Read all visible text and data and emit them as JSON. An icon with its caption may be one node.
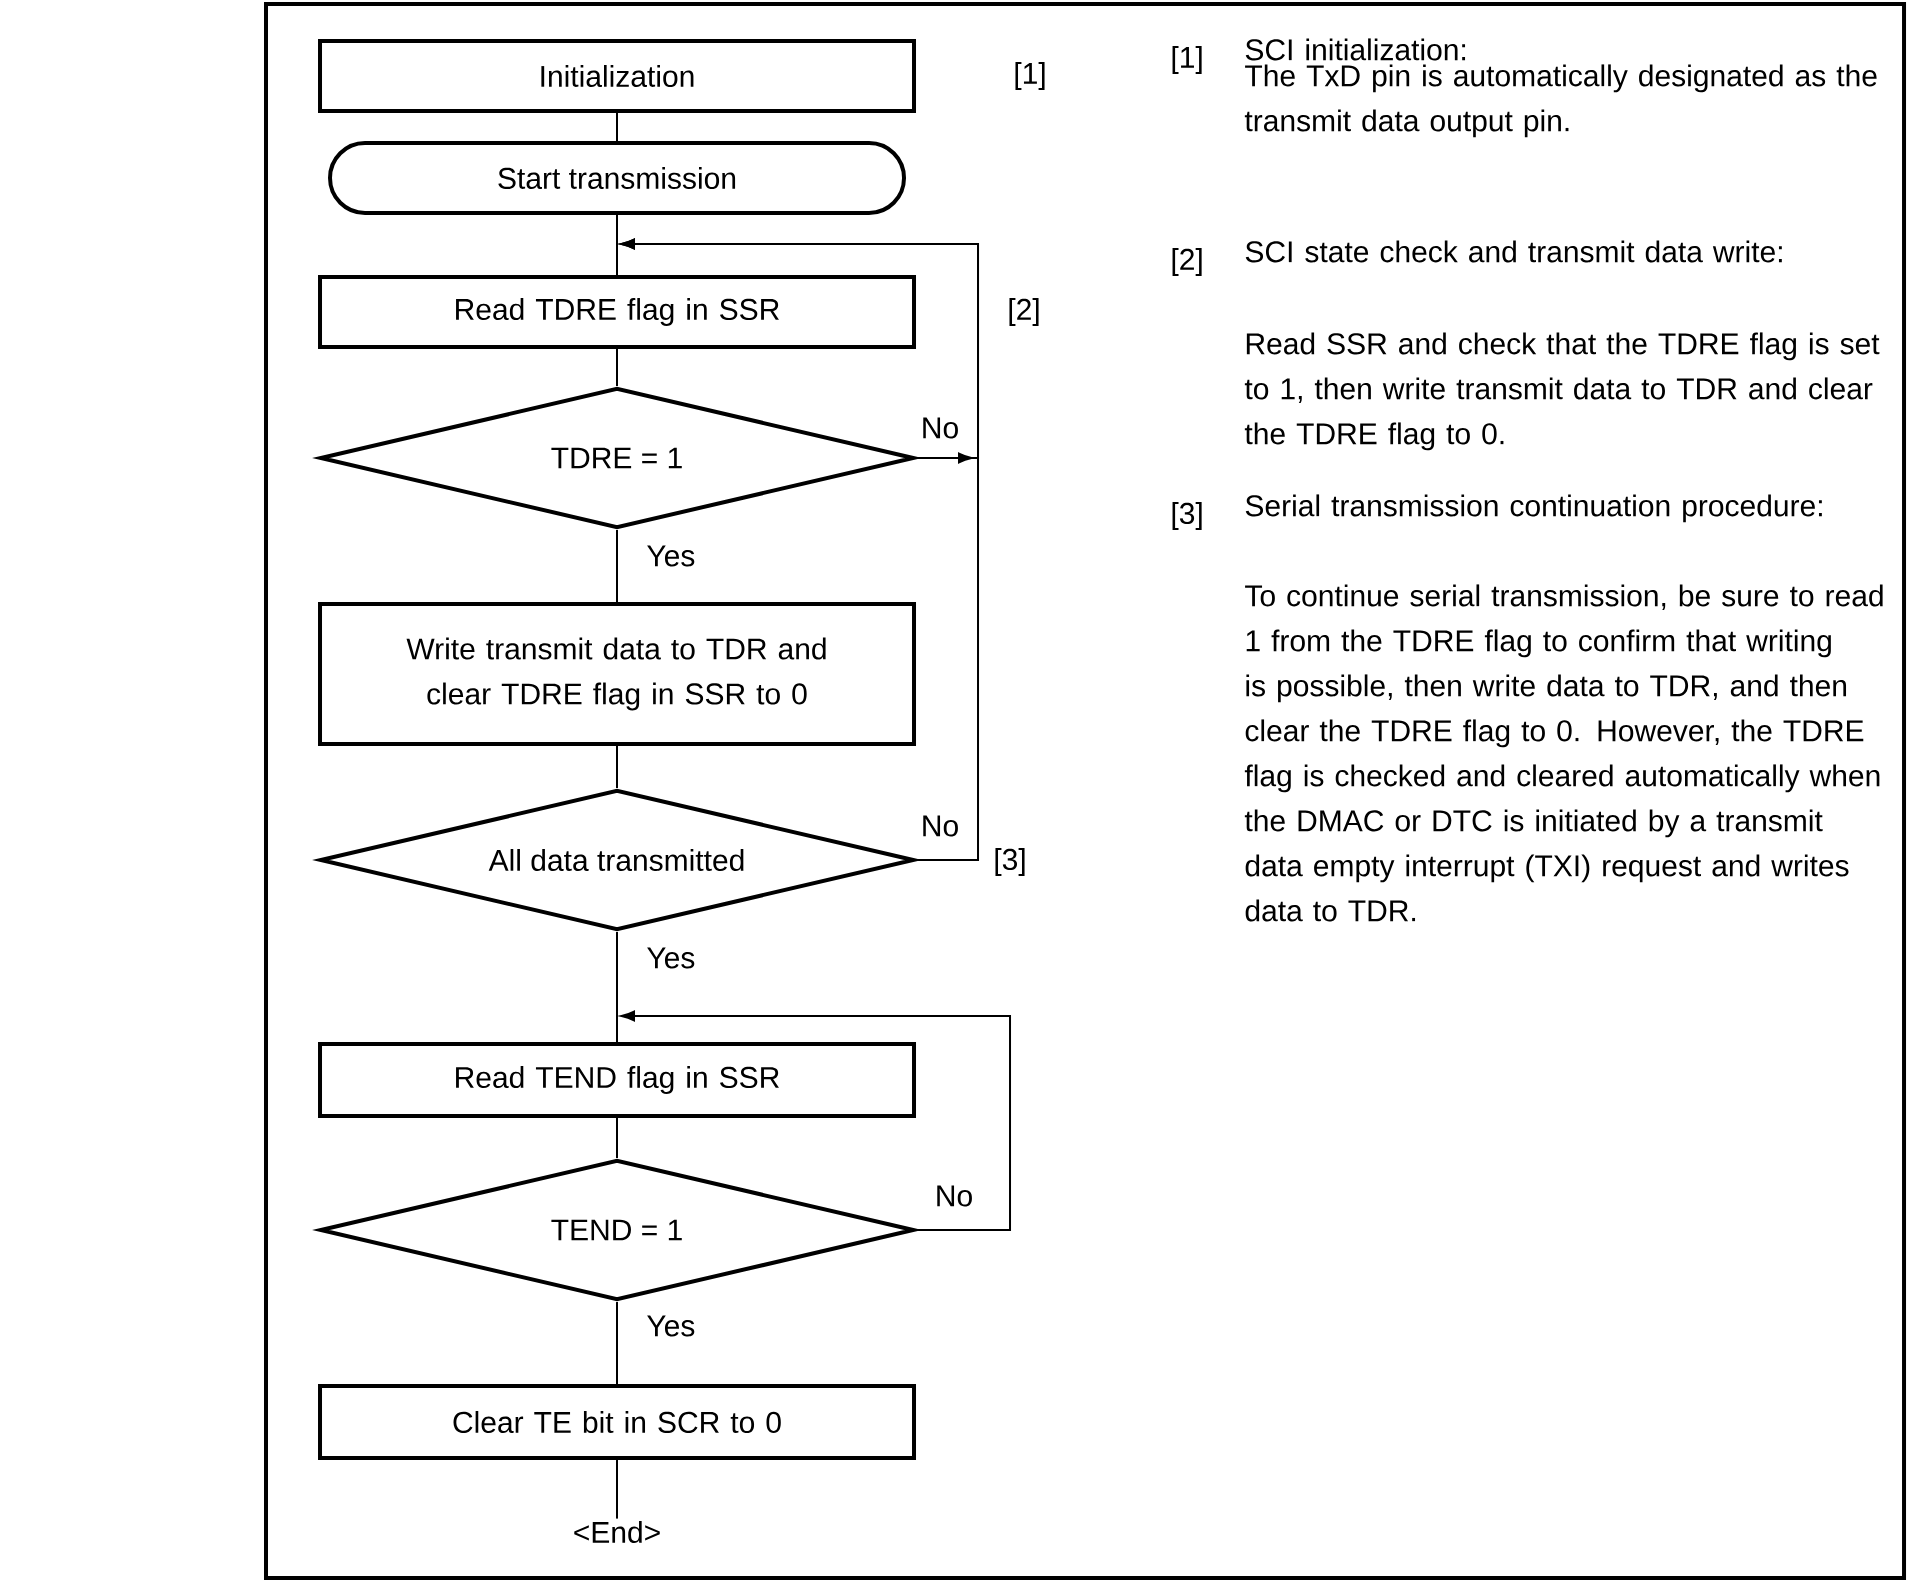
{
  "diagram": {
    "nodes": [
      {
        "text": [
          "Initialization"
        ]
      },
      {
        "text": [
          "Start transmission"
        ]
      },
      {
        "text": [
          "Read TDRE flag in SSR"
        ]
      },
      {
        "text": [
          "TDRE = 1"
        ]
      },
      {
        "text": [
          "Write transmit data to TDR and clear TDRE flag in SSR to 0"
        ]
      },
      {
        "text": [
          "All data transmitted"
        ]
      },
      {
        "text": [
          "Read TEND flag in SSR"
        ]
      },
      {
        "text": [
          "TEND = 1"
        ]
      },
      {
        "text": [
          "Clear TE bit in SCR to 0"
        ]
      },
      {
        "text": [
          "<End>"
        ]
      }
    ],
    "edges": [
      {
        "from": 0,
        "to": 1,
        "arrow": "none"
      },
      {
        "from": 1,
        "to": 2,
        "arrow": "none"
      },
      {
        "from": 2,
        "to": 3,
        "arrow": "none"
      },
      {
        "from": 3,
        "to": 4,
        "arrow": "none",
        "label": "Yes"
      },
      {
        "from": 3,
        "to": 2,
        "arrow": "to",
        "label": "No"
      },
      {
        "from": 4,
        "to": 5,
        "arrow": "none"
      },
      {
        "from": 5,
        "to": 2,
        "arrow": "to",
        "label": "No"
      },
      {
        "from": 5,
        "to": 6,
        "arrow": "none",
        "label": "Yes"
      },
      {
        "from": 6,
        "to": 7,
        "arrow": "none"
      },
      {
        "from": 7,
        "to": 6,
        "arrow": "to",
        "label": "No"
      },
      {
        "from": 7,
        "to": 8,
        "arrow": "none",
        "label": "Yes"
      },
      {
        "from": 8,
        "to": 9,
        "arrow": "none"
      }
    ],
    "labels": [
      "[1]",
      "[2]",
      "[3]",
      "[1]",
      "SCI initialization:",
      "The TxD pin is automatically designated as the transmit data output pin.",
      "[2]",
      "SCI state check and transmit data write:",
      "Read SSR and check that the TDRE flag is set to 1, then write transmit data to TDR and clear the TDRE flag to 0.",
      "[3]",
      "Serial transmission continuation procedure:",
      "To continue serial transmission, be sure to read 1 from the TDRE flag to confirm that writing is possible, then write data to TDR, and then clear the TDRE flag to 0. However, the TDRE flag is checked and cleared automatically when the DMAC or DTC is initiated by a transmit data empty interrupt (TXI) request and writes data to TDR."
    ]
  }
}
